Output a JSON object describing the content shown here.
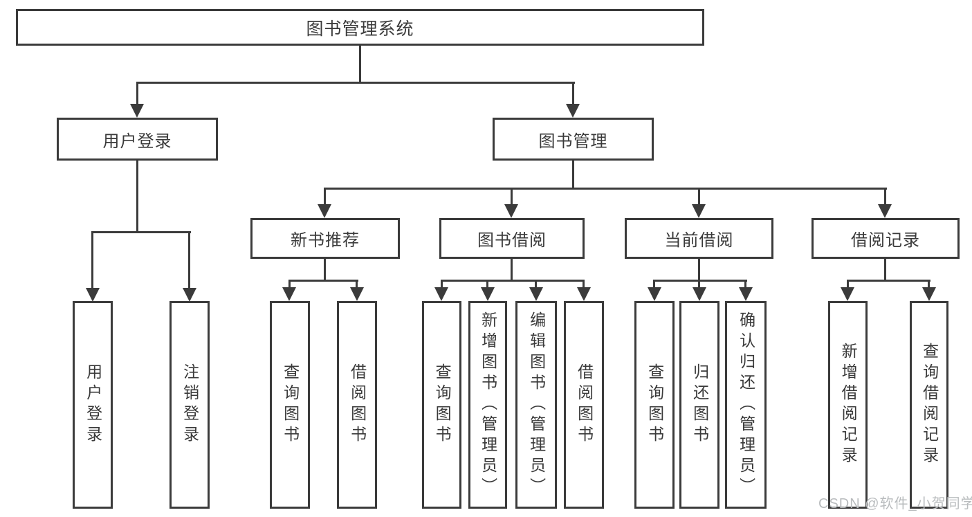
{
  "colors": {
    "line": "#3b3b3b",
    "text": "#3a3a3a",
    "background": "#ffffff",
    "watermark": "#b9bcbe"
  },
  "watermark": "CSDN @软件_小贺同学",
  "tree": {
    "root": {
      "label": "图书管理系统"
    },
    "children": [
      {
        "label": "用户登录",
        "children": [
          {
            "label": "用户登录"
          },
          {
            "label": "注销登录"
          }
        ]
      },
      {
        "label": "图书管理",
        "children": [
          {
            "label": "新书推荐",
            "children": [
              {
                "label": "查询图书"
              },
              {
                "label": "借阅图书"
              }
            ]
          },
          {
            "label": "图书借阅",
            "children": [
              {
                "label": "查询图书"
              },
              {
                "label": "新增图书（管理员）"
              },
              {
                "label": "编辑图书（管理员）"
              },
              {
                "label": "借阅图书"
              }
            ]
          },
          {
            "label": "当前借阅",
            "children": [
              {
                "label": "查询图书"
              },
              {
                "label": "归还图书"
              },
              {
                "label": "确认归还（管理员）"
              }
            ]
          },
          {
            "label": "借阅记录",
            "children": [
              {
                "label": "新增借阅记录"
              },
              {
                "label": "查询借阅记录"
              }
            ]
          }
        ]
      }
    ]
  }
}
